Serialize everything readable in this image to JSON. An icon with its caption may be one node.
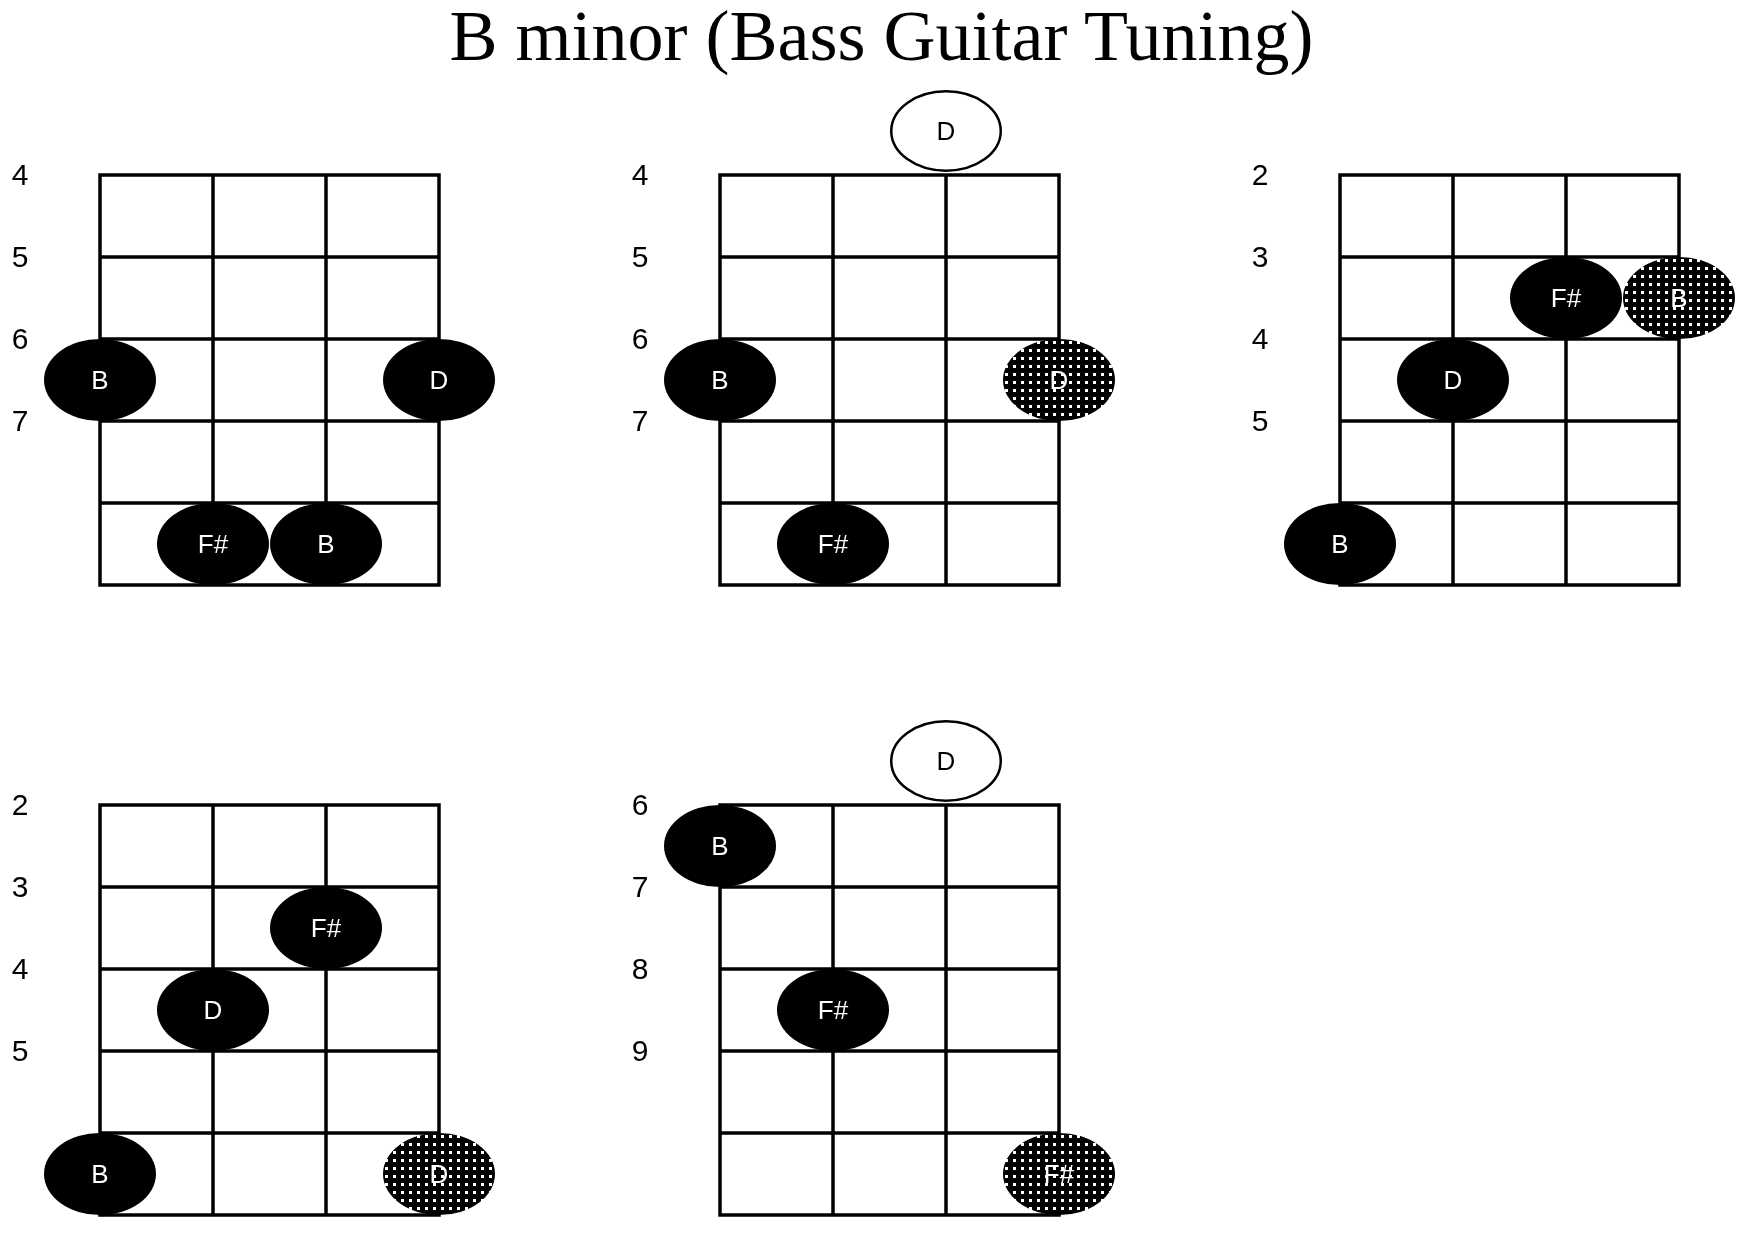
{
  "diagram": {
    "title": "B minor (Bass Guitar Tuning)",
    "nodes": [
      {
        "text": [
          "B"
        ]
      },
      {
        "text": [
          "D"
        ]
      },
      {
        "text": [
          "F#"
        ]
      },
      {
        "text": [
          "B"
        ]
      },
      {
        "text": [
          "D"
        ]
      },
      {
        "text": [
          "B"
        ]
      },
      {
        "text": [
          "D"
        ]
      },
      {
        "text": [
          "F#"
        ]
      },
      {
        "text": [
          "F#"
        ]
      },
      {
        "text": [
          "B"
        ]
      },
      {
        "text": [
          "D"
        ]
      },
      {
        "text": [
          "B"
        ]
      },
      {
        "text": [
          "F#"
        ]
      },
      {
        "text": [
          "D"
        ]
      },
      {
        "text": [
          "B"
        ]
      },
      {
        "text": [
          "D"
        ]
      },
      {
        "text": [
          "D"
        ]
      },
      {
        "text": [
          "B"
        ]
      },
      {
        "text": [
          "F#"
        ]
      },
      {
        "text": [
          "F#"
        ]
      }
    ],
    "labels": [
      "4",
      "5",
      "6",
      "7",
      "4",
      "5",
      "6",
      "7",
      "2",
      "3",
      "4",
      "5",
      "2",
      "3",
      "4",
      "5",
      "6",
      "7",
      "8",
      "9"
    ]
  }
}
